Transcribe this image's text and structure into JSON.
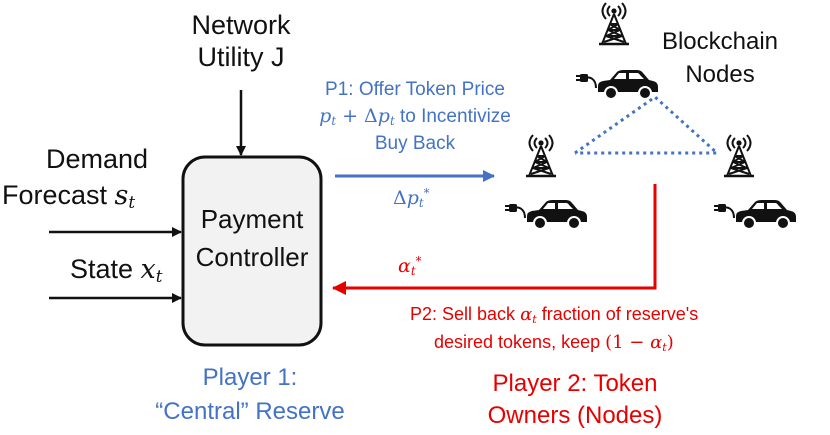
{
  "inputs": {
    "network_utility": [
      "Network",
      "Utility J"
    ],
    "demand_forecast": [
      "Demand",
      "Forecast "
    ],
    "demand_var": "s",
    "demand_sub": "t",
    "state_label": "State ",
    "state_var": "x",
    "state_sub": "t"
  },
  "controller": {
    "line1": "Payment",
    "line2": "Controller"
  },
  "p1_message": {
    "line1": "P1:  Offer Token Price",
    "line2_var1": "p",
    "line2_sub1": "t",
    "line2_op": " + Δ",
    "line2_var2": "p",
    "line2_sub2": "t",
    "line2_rest": " to Incentivize",
    "line3": "Buy Back",
    "signal_delta": "Δ",
    "signal_var": "p",
    "signal_sub": "t",
    "signal_sup": "*"
  },
  "p2_message": {
    "signal_var": "α",
    "signal_sub": "t",
    "signal_sup": "*",
    "line1_pre": "P2: Sell back ",
    "line1_var": "α",
    "line1_sub": "t",
    "line1_post": " fraction of reserve's",
    "line2_pre": "desired tokens, keep ",
    "line2_math": "(1 − ",
    "line2_var": "α",
    "line2_sub": "t",
    "line2_close": ")"
  },
  "blockchain": [
    "Blockchain",
    "Nodes"
  ],
  "player1": [
    "Player 1:",
    "“Central” Reserve"
  ],
  "player2": [
    "Player 2: Token",
    "Owners (Nodes)"
  ],
  "colors": {
    "blue": "#4472c4",
    "red": "#e60000",
    "box_fill": "#f2f2f2",
    "ink": "#111111"
  },
  "icons": [
    "cell-tower-icon",
    "electric-car-icon"
  ]
}
